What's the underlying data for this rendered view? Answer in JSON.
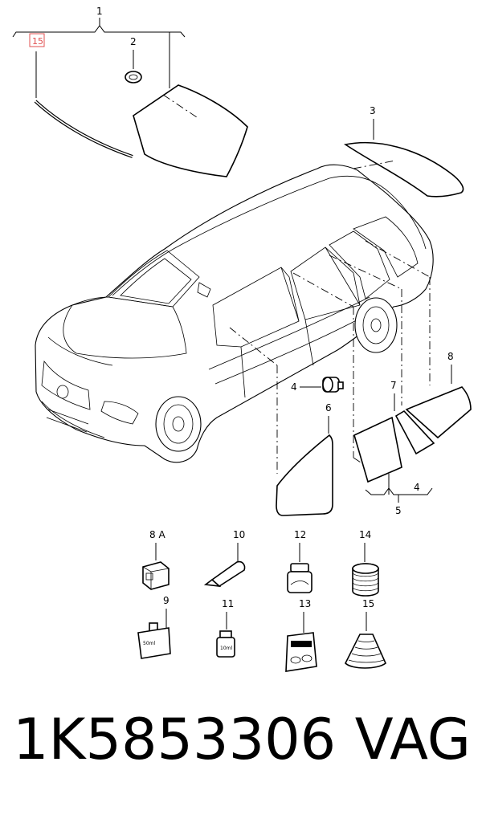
{
  "callouts": {
    "c1": "1",
    "c2": "2",
    "c3": "3",
    "c4a": "4",
    "c4b": "4",
    "c5": "5",
    "c6": "6",
    "c7": "7",
    "c8": "8",
    "c8a": "8 A",
    "c9": "9",
    "c10": "10",
    "c11": "11",
    "c12": "12",
    "c13": "13",
    "c14": "14",
    "c15a": "15",
    "c15b": "15"
  },
  "accessory_text": {
    "bottle9": "50ml",
    "tube11": "10ml"
  },
  "highlight_color": "#e05050",
  "footer": {
    "part_number": "1K5853306",
    "brand": "VAG"
  }
}
